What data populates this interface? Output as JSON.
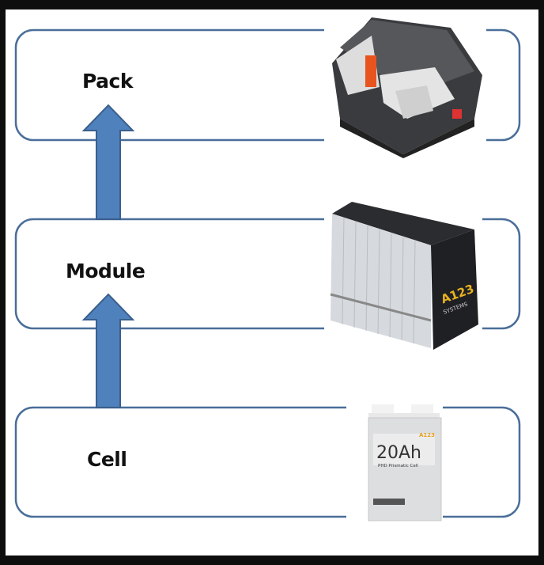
{
  "levels": [
    {
      "label": "Pack"
    },
    {
      "label": "Module",
      "logo_text": "A123",
      "logo_sub": "SYSTEMS"
    },
    {
      "label": "Cell",
      "capacity": "20Ah",
      "subtitle": "PHD Prismatic Cell",
      "logo_text": "A123"
    }
  ],
  "colors": {
    "box_stroke": "#4a6e99",
    "arrow_fill": "#4f81bd",
    "arrow_stroke": "#3b5f8c",
    "background": "#ffffff",
    "frame": "#0e0e0e"
  }
}
